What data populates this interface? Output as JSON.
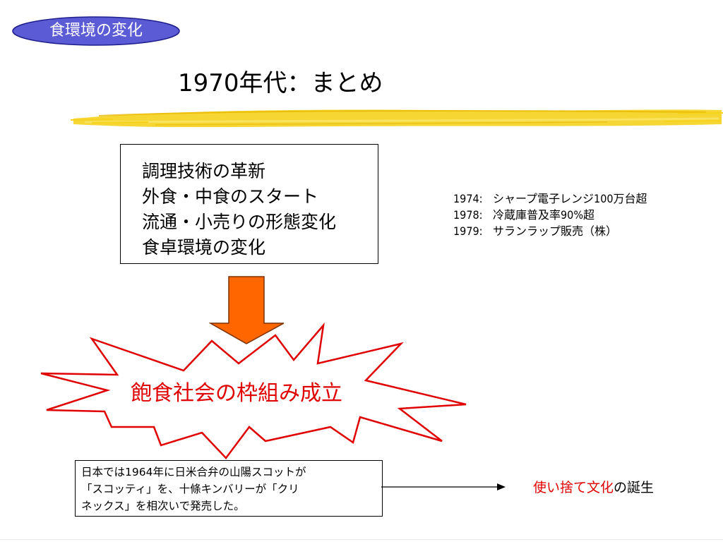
{
  "section_badge": {
    "label": "食環境の変化",
    "fill": "#5b5bd6",
    "stroke": "#1e1e8c"
  },
  "title": "1970年代：まとめ",
  "brush_color": "#f5d21c",
  "factors": [
    "調理技術の革新",
    "外食・中食のスタート",
    "流通・小売りの形態変化",
    "食卓環境の変化"
  ],
  "timeline": [
    {
      "year": "1974:",
      "event": "シャープ電子レンジ100万台超"
    },
    {
      "year": "1978:",
      "event": "冷蔵庫普及率90%超"
    },
    {
      "year": "1979:",
      "event": "サランラップ販売（株）"
    }
  ],
  "arrow_color": "#ff6600",
  "burst": {
    "text": "飽食社会の枠組み成立",
    "color": "#e00000"
  },
  "note": {
    "lines": [
      "日本では1964年に日米合弁の山陽スコットが",
      "「スコッティ」を、十條キンバリーが「クリ",
      "ネックス」を相次いで発売した。"
    ]
  },
  "result": {
    "highlight": "使い捨て文化",
    "rest": "の誕生"
  }
}
